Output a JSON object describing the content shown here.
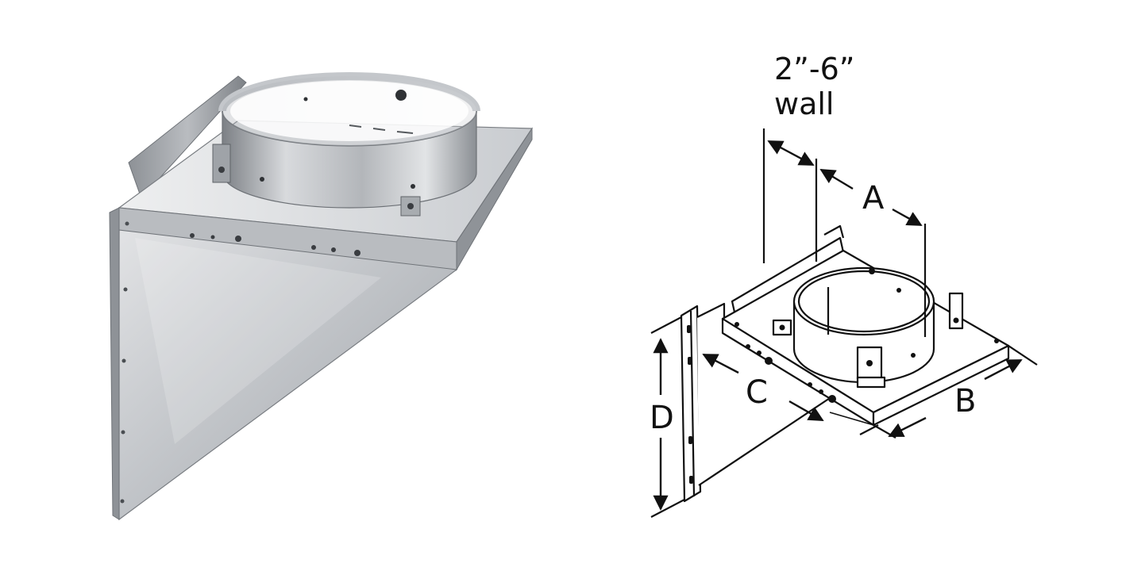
{
  "diagram": {
    "wall_range": "2”-6”",
    "wall_word": "wall",
    "labels": {
      "a": "A",
      "b": "B",
      "c": "C",
      "d": "D"
    }
  }
}
